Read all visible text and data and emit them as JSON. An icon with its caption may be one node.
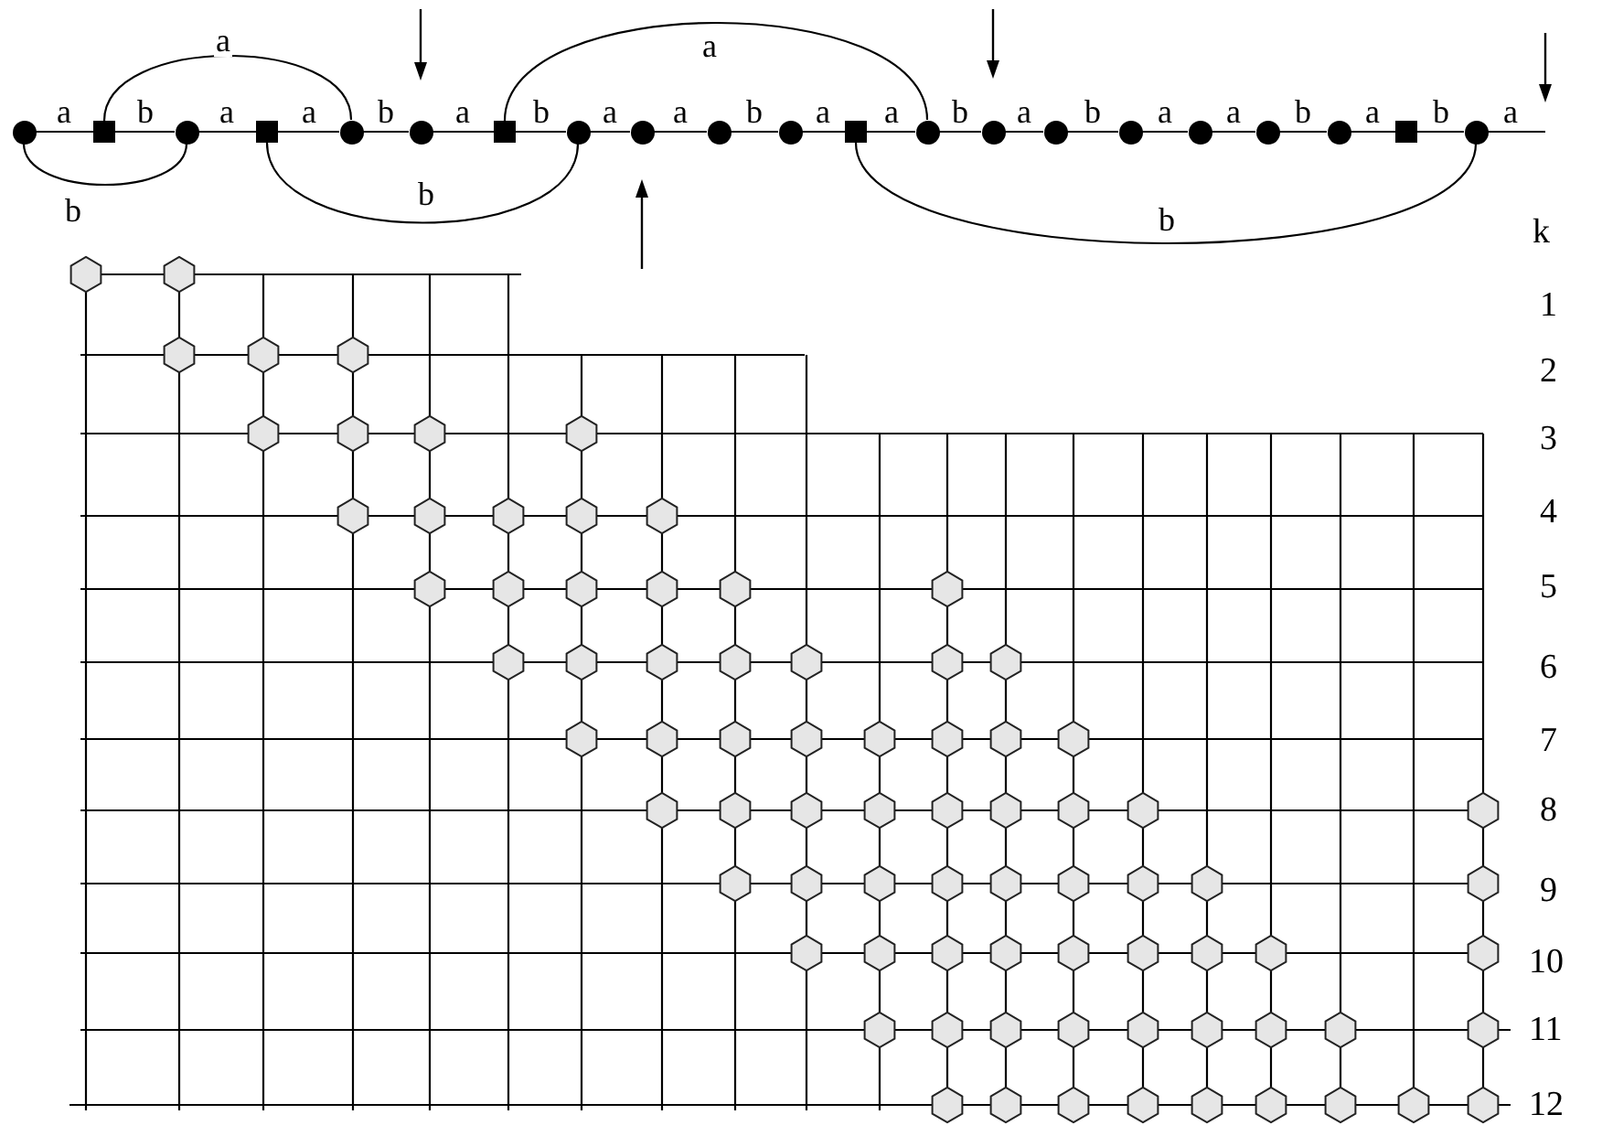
{
  "diagram": {
    "nodes": [
      {
        "text": [],
        "shape": "circle"
      },
      {
        "text": [],
        "shape": "box"
      },
      {
        "text": [],
        "shape": "circle"
      },
      {
        "text": [],
        "shape": "box"
      },
      {
        "text": [],
        "shape": "circle"
      },
      {
        "text": [],
        "shape": "circle"
      },
      {
        "text": [],
        "shape": "box"
      },
      {
        "text": [],
        "shape": "circle"
      },
      {
        "text": [],
        "shape": "circle"
      },
      {
        "text": [],
        "shape": "circle"
      },
      {
        "text": [],
        "shape": "circle"
      },
      {
        "text": [],
        "shape": "box"
      },
      {
        "text": [],
        "shape": "circle"
      },
      {
        "text": [],
        "shape": "circle"
      },
      {
        "text": [],
        "shape": "circle"
      },
      {
        "text": [],
        "shape": "circle"
      },
      {
        "text": [],
        "shape": "circle"
      },
      {
        "text": [],
        "shape": "circle"
      },
      {
        "text": [],
        "shape": "circle"
      },
      {
        "text": [],
        "shape": "box"
      },
      {
        "text": [],
        "shape": "circle"
      }
    ],
    "edges": [
      {
        "from": 0,
        "to": 1,
        "arrow": "none",
        "label": "a"
      },
      {
        "from": 1,
        "to": 2,
        "arrow": "none",
        "label": "b"
      },
      {
        "from": 2,
        "to": 3,
        "arrow": "none",
        "label": "a"
      },
      {
        "from": 3,
        "to": 4,
        "arrow": "none",
        "label": "a"
      },
      {
        "from": 4,
        "to": 5,
        "arrow": "none",
        "label": "b"
      },
      {
        "from": 5,
        "to": 6,
        "arrow": "none",
        "label": "a"
      },
      {
        "from": 6,
        "to": 7,
        "arrow": "none",
        "label": "b"
      },
      {
        "from": 7,
        "to": 8,
        "arrow": "none",
        "label": "a"
      },
      {
        "from": 8,
        "to": 9,
        "arrow": "none",
        "label": "a"
      },
      {
        "from": 9,
        "to": 10,
        "arrow": "none",
        "label": "b"
      },
      {
        "from": 10,
        "to": 11,
        "arrow": "none",
        "label": "a"
      },
      {
        "from": 11,
        "to": 12,
        "arrow": "none",
        "label": "a"
      },
      {
        "from": 12,
        "to": 13,
        "arrow": "none",
        "label": "b"
      },
      {
        "from": 13,
        "to": 14,
        "arrow": "none",
        "label": "a"
      },
      {
        "from": 14,
        "to": 15,
        "arrow": "none",
        "label": "b"
      },
      {
        "from": 15,
        "to": 16,
        "arrow": "none",
        "label": "a"
      },
      {
        "from": 16,
        "to": 17,
        "arrow": "none",
        "label": "a"
      },
      {
        "from": 17,
        "to": 18,
        "arrow": "none",
        "label": "b"
      },
      {
        "from": 18,
        "to": 19,
        "arrow": "none",
        "label": "a"
      },
      {
        "from": 19,
        "to": 20,
        "arrow": "none",
        "label": "b"
      },
      {
        "from": 20,
        "to": null,
        "arrow": "none",
        "label": "a"
      },
      {
        "from": 1,
        "to": 4,
        "arrow": "none",
        "label": "a"
      },
      {
        "from": 6,
        "to": 12,
        "arrow": "none",
        "label": "a"
      },
      {
        "from": 0,
        "to": 2,
        "arrow": "none",
        "label": "b"
      },
      {
        "from": 3,
        "to": 7,
        "arrow": "none",
        "label": "b"
      },
      {
        "from": 11,
        "to": 20,
        "arrow": "none",
        "label": "b"
      }
    ],
    "labels": [
      "k",
      "1",
      "2",
      "3",
      "4",
      "5",
      "6",
      "7",
      "8",
      "9",
      "10",
      "11",
      "12"
    ]
  }
}
